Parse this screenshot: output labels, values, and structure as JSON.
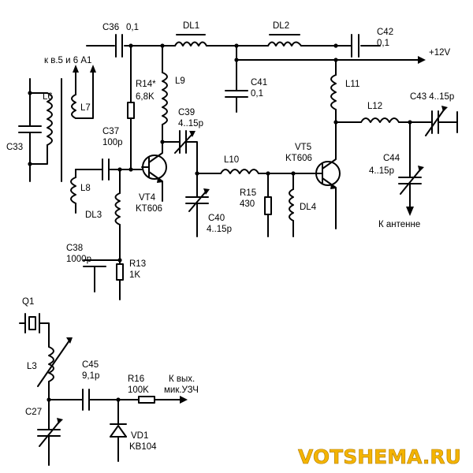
{
  "labels": {
    "C36": "C36",
    "C36v": "0,1",
    "DL1": "DL1",
    "DL2": "DL2",
    "C42": "C42",
    "C42v": "0,1",
    "plus12": "+12V",
    "kv5": "к в.5 и 6 А1",
    "L6": "L6",
    "L7": "L7",
    "C33": "C33",
    "R14": "R14*",
    "R14v": "6,8K",
    "L9": "L9",
    "C39": "C39",
    "C39v": "4..15p",
    "C41": "C41",
    "C41v": "0,1",
    "L11": "L11",
    "C43": "C43 4..15p",
    "L12": "L12",
    "C37": "C37",
    "C37v": "100p",
    "VT5": "VT5",
    "VT5t": "KT606",
    "L10": "L10",
    "C44": "C44",
    "C44v": "4..15p",
    "L8": "L8",
    "VT4": "VT4",
    "VT4t": "KT606",
    "R15": "R15",
    "R15v": "430",
    "DL4": "DL4",
    "DL3": "DL3",
    "C40": "C40",
    "C40v": "4..15p",
    "antenna": "К антенне",
    "C38": "C38",
    "C38v": "1000p",
    "R13": "R13",
    "R13v": "1K",
    "Q1": "Q1",
    "L3": "L3",
    "C45": "C45",
    "C45v": "9,1p",
    "R16": "R16",
    "R16v": "100K",
    "out1": "К вых.",
    "out2": "мик.УЗЧ",
    "C27": "C27",
    "VD1": "VD1",
    "VD1t": "KB104"
  },
  "watermark": "VOTSHEMA.RU",
  "colors": {
    "watermark_fill": "#f4b400",
    "watermark_edge": "#b07a00",
    "ink": "#000000"
  }
}
